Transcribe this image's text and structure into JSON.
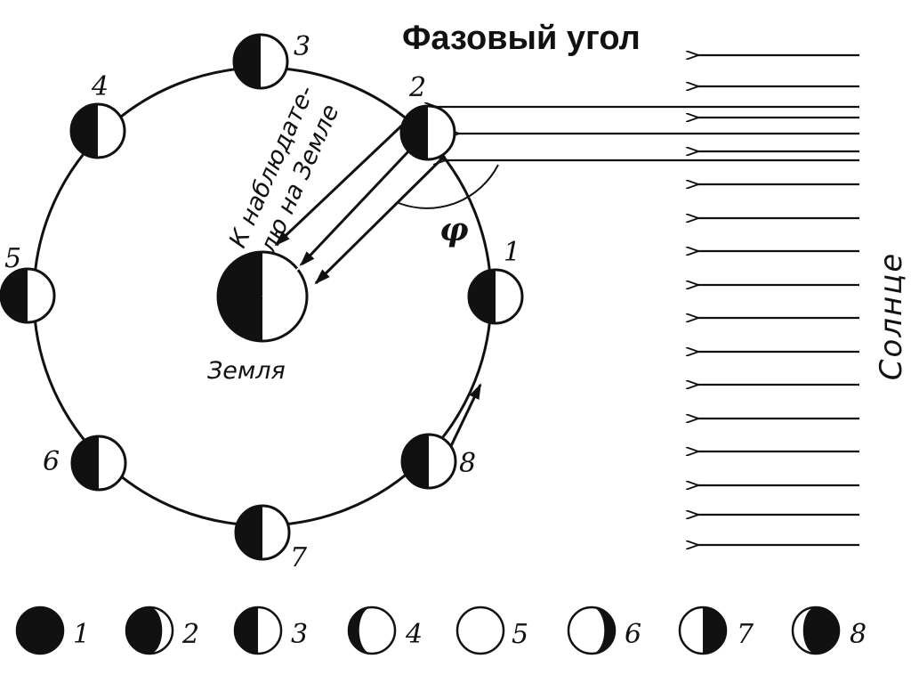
{
  "title": "Фазовый угол",
  "sun_label": "Солнце",
  "earth_label": "Земля",
  "observer_label_line1": "К наблюдате-",
  "observer_label_line2": "лю на Земле",
  "phase_angle_symbol": "φ",
  "colors": {
    "ink": "#111111",
    "paper": "#ffffff"
  },
  "orbit_positions": [
    {
      "label": "1"
    },
    {
      "label": "2"
    },
    {
      "label": "3"
    },
    {
      "label": "4"
    },
    {
      "label": "5"
    },
    {
      "label": "6"
    },
    {
      "label": "7"
    },
    {
      "label": "8"
    }
  ],
  "phases": [
    {
      "label": "1",
      "shape": "new"
    },
    {
      "label": "2",
      "shape": "waxing-crescent"
    },
    {
      "label": "3",
      "shape": "first-quarter"
    },
    {
      "label": "4",
      "shape": "waxing-gibbous"
    },
    {
      "label": "5",
      "shape": "full"
    },
    {
      "label": "6",
      "shape": "waning-gibbous"
    },
    {
      "label": "7",
      "shape": "last-quarter"
    },
    {
      "label": "8",
      "shape": "waning-crescent"
    }
  ]
}
